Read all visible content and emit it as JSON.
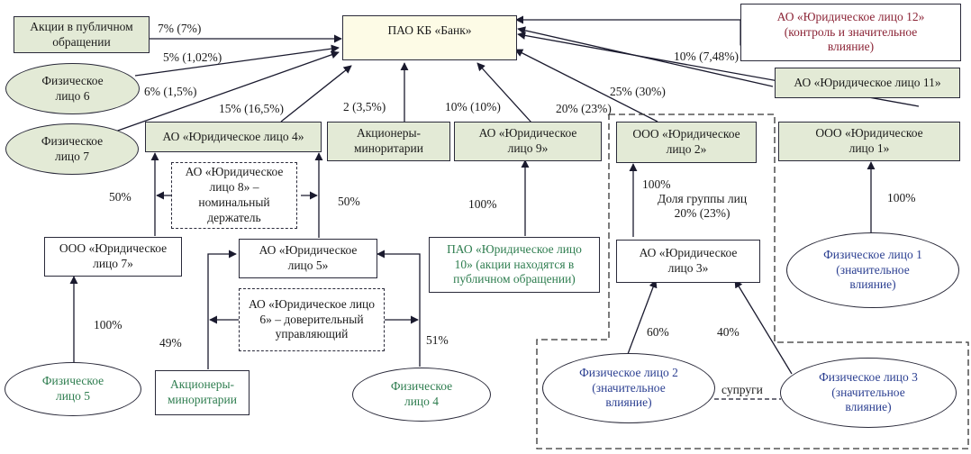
{
  "diagram": {
    "type": "ownership-structure",
    "colors": {
      "line": "#1a1a2e",
      "green_fill": "#e3ead6",
      "bank_fill": "#fdfbe6",
      "green_text": "#2e7d4f",
      "blue_text": "#2b3f91",
      "red_text": "#8b2335"
    },
    "nodes": {
      "bank": "ПАО КБ «Банк»",
      "public_shares": "Акции в публичном\nобращении",
      "person6": "Физическое\nлицо 6",
      "person7": "Физическое\nлицо 7",
      "le4": "АО «Юридическое лицо 4»",
      "minority_top": "Акционеры-\nминоритарии",
      "le9": "АО «Юридическое\nлицо 9»",
      "le2": "ООО «Юридическое\nлицо 2»",
      "le1": "ООО   «Юридическое\nлицо 1»",
      "le12": "АО «Юридическое лицо 12»\n(контроль  и значительное\nвлияние)",
      "le11": "АО «Юридическое лицо 11»",
      "le8": "АО «Юридическое\nлицо 8» –\nноминальный\nдержатель",
      "le7": "ООО «Юридическое\nлицо 7»",
      "le5": "АО «Юридическое\nлицо 5»",
      "le6": "АО «Юридическое лицо\n6» – доверительный\nуправляющий",
      "le10": "ПАО «Юридическое лицо\n10» (акции находятся в\nпубличном обращении)",
      "le3": "АО «Юридическое\nлицо 3»",
      "person1": "Физическое лицо 1\n(значительное\nвлияние)",
      "person5": "Физическое\nлицо 5",
      "minority_bottom": "Акционеры-\nминоритарии",
      "person4": "Физическое\nлицо 4",
      "person2": "Физическое лицо 2\n(значительное\nвлияние)",
      "person3": "Физическое лицо 3\n(значительное\nвлияние)"
    },
    "labels": {
      "public_shares": "7% (7%)",
      "person6": "5% (1,02%)",
      "person7": "6% (1,5%)",
      "le4": "15% (16,5%)",
      "minority_top": "2 (3,5%)",
      "le9": "10% (10%)",
      "le2": "20% (23%)",
      "le1": "25% (30%)",
      "le11": "10% (7,48%)",
      "le7_to_le4": "50%",
      "le5_to_le4": "50%",
      "le10_to_le9": "100%",
      "le3_to_le2": "100%",
      "group_share": "Доля группы лиц\n20% (23%)",
      "person1_to_le1": "100%",
      "person5_to_le7": "100%",
      "minority_to_le5": "49%",
      "person4_to_le5": "51%",
      "person2_to_le3": "60%",
      "person3_to_le3": "40%",
      "spouses": "супруги"
    }
  }
}
